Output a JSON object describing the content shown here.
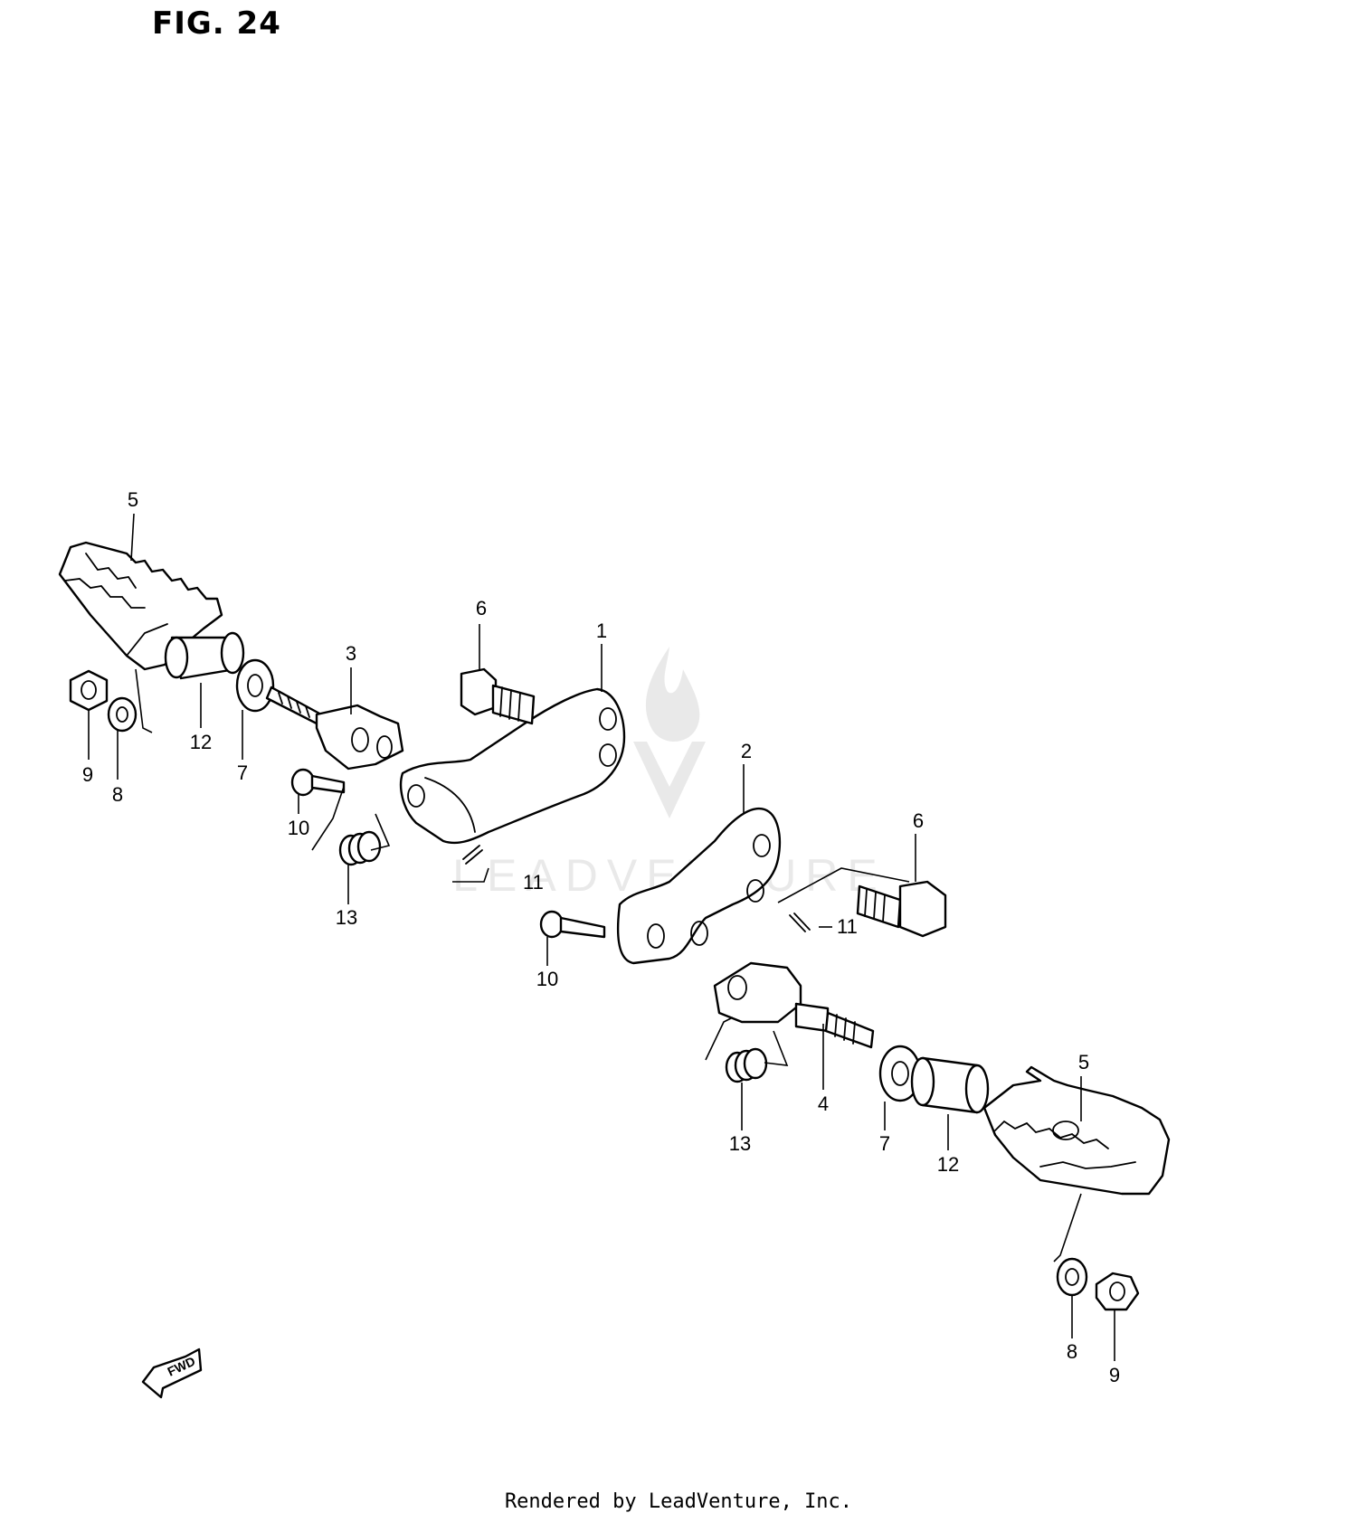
{
  "figure": {
    "title": "FIG. 24"
  },
  "footer": {
    "text": "Rendered by LeadVenture, Inc."
  },
  "watermark": {
    "text": "LEADVENTURE"
  },
  "fwd_badge": {
    "text": "FWD"
  },
  "callouts": {
    "c1": "1",
    "c2": "2",
    "c3": "3",
    "c4": "4",
    "c5a": "5",
    "c5b": "5",
    "c6a": "6",
    "c6b": "6",
    "c7a": "7",
    "c7b": "7",
    "c8a": "8",
    "c8b": "8",
    "c9a": "9",
    "c9b": "9",
    "c10a": "10",
    "c10b": "10",
    "c11a": "11",
    "c11b": "11",
    "c12a": "12",
    "c12b": "12",
    "c13a": "13",
    "c13b": "13"
  }
}
